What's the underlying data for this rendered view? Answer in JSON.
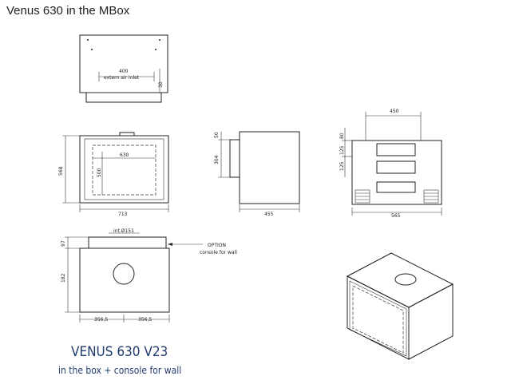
{
  "header": {
    "title": "Venus 630 in the MBox"
  },
  "top_view": {
    "width_label": "400",
    "sub_label": "extern air inlet",
    "side_label": "30"
  },
  "front_view": {
    "height_label": "568",
    "inner_width_label": "630",
    "inner_height_label": "500",
    "width_label": "713"
  },
  "side_view": {
    "top_label": "50",
    "height_label": "304",
    "depth_label": "455"
  },
  "back_view": {
    "top_width_label": "450",
    "label_80": "80",
    "label_125a": "125",
    "label_125b": "125",
    "width_label": "565"
  },
  "console_view": {
    "pipe_label": "int.Ø151",
    "left_top_label": "97",
    "left_bottom_label": "182",
    "option_label": "OPTION",
    "option_sub_label": "console for wall",
    "dim_left": "356,5",
    "dim_right": "356,5"
  },
  "caption": {
    "product": "VENUS 630 V23",
    "subtitle": "in the box + console for wall"
  },
  "colors": {
    "caption": "#1f3b6e",
    "line": "#222222"
  }
}
